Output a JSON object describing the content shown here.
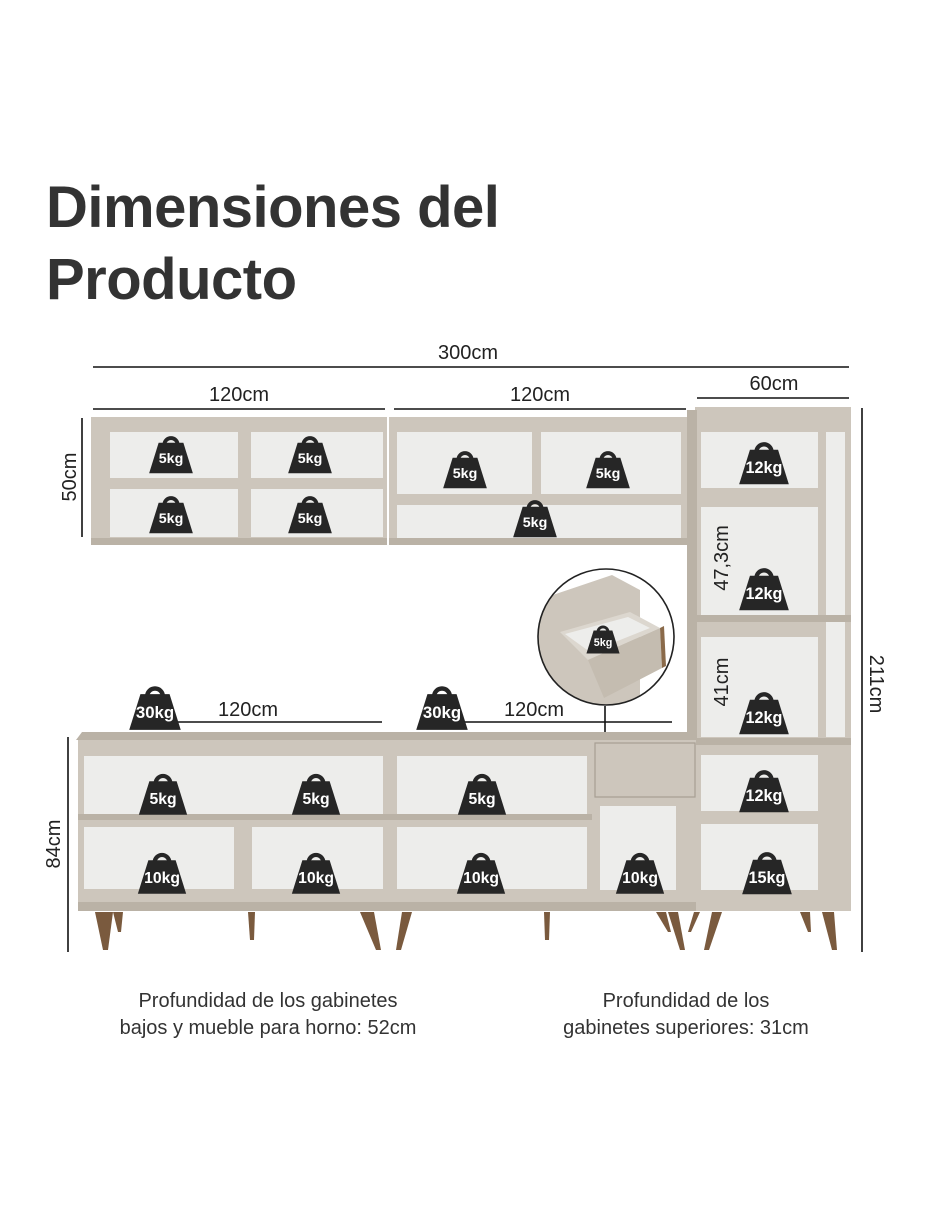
{
  "title": {
    "line1": "Dimensiones del",
    "line2": "Producto"
  },
  "dimensions": {
    "total_width": "300cm",
    "upper_left_width": "120cm",
    "upper_middle_width": "120cm",
    "tower_width": "60cm",
    "upper_height": "50cm",
    "tower_niche_upper_height": "47,3cm",
    "tower_niche_lower_height": "41cm",
    "total_height": "211cm",
    "lower_left_width": "120cm",
    "lower_middle_width": "120cm",
    "lower_height": "84cm"
  },
  "loads": {
    "upper_left": [
      "5kg",
      "5kg",
      "5kg",
      "5kg"
    ],
    "upper_middle": [
      "5kg",
      "5kg",
      "5kg"
    ],
    "tower": [
      "12kg",
      "12kg",
      "12kg",
      "12kg",
      "15kg"
    ],
    "drawer": "5kg",
    "countertops": [
      "30kg",
      "30kg"
    ],
    "lower_left": [
      "5kg",
      "5kg",
      "10kg",
      "10kg"
    ],
    "lower_middle": [
      "5kg",
      "10kg",
      "10kg"
    ]
  },
  "notes": {
    "lower_depth_line1": "Profundidad de los gabinetes",
    "lower_depth_line2": "bajos y mueble para horno: 52cm",
    "upper_depth_line1": "Profundidad de los",
    "upper_depth_line2": "gabinetes superiores: 31cm"
  },
  "colors": {
    "carcass": "#cdc6bc",
    "carcass_dark": "#bab2a6",
    "interior": "#ededeb",
    "leg": "#7a5a3e",
    "weight_icon": "#262626",
    "line": "#111111"
  }
}
